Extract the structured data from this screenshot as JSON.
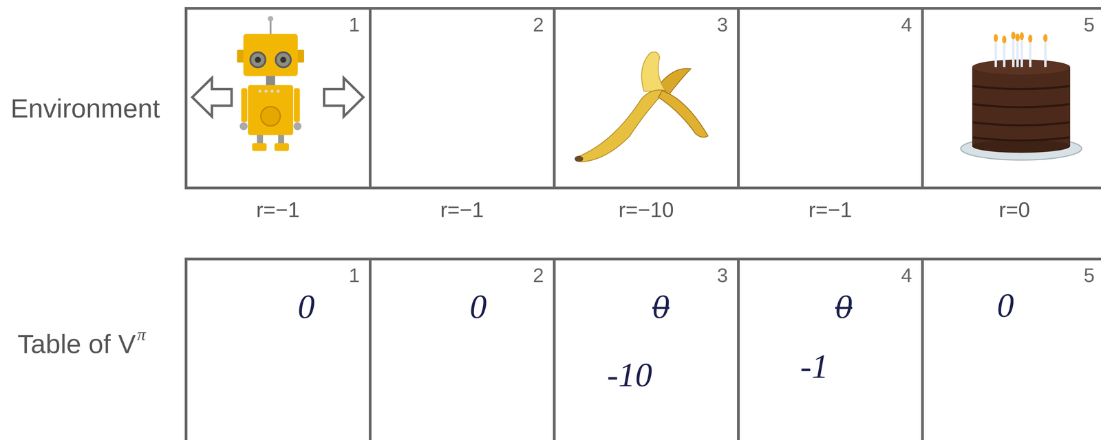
{
  "diagram": {
    "nodes": [
      {
        "text": [
          "1"
        ]
      },
      {
        "text": [
          "2"
        ]
      },
      {
        "text": [
          "3"
        ]
      },
      {
        "text": [
          "4"
        ]
      },
      {
        "text": [
          "5"
        ]
      },
      {
        "text": [
          "1",
          "0"
        ]
      },
      {
        "text": [
          "2",
          "0"
        ]
      },
      {
        "text": [
          "3",
          "0",
          "-10"
        ]
      },
      {
        "text": [
          "4",
          "0",
          "-1"
        ]
      },
      {
        "text": [
          "5",
          "0"
        ]
      }
    ],
    "labels": [
      "Environment",
      "r=−1",
      "r=−1",
      "r=−10",
      "r=−1",
      "r=0",
      "Table of V",
      "π"
    ]
  }
}
